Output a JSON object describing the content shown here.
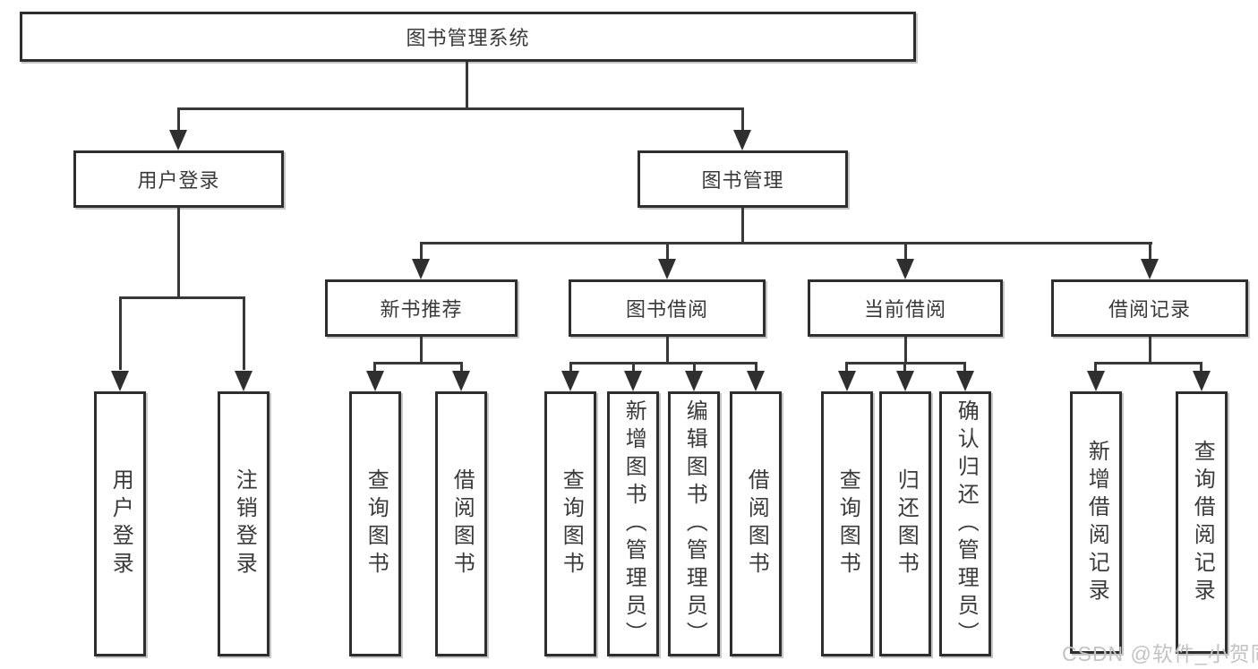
{
  "diagram": {
    "title": "图书管理系统",
    "root": {
      "label": "图书管理系统"
    },
    "level2": [
      {
        "label": "用户登录"
      },
      {
        "label": "图书管理"
      }
    ],
    "level3": [
      {
        "label": "新书推荐"
      },
      {
        "label": "图书借阅"
      },
      {
        "label": "当前借阅"
      },
      {
        "label": "借阅记录"
      }
    ],
    "leaves": [
      {
        "label": "用户登录",
        "parent": "用户登录"
      },
      {
        "label": "注销登录",
        "parent": "用户登录"
      },
      {
        "label": "查询图书",
        "parent": "新书推荐"
      },
      {
        "label": "借阅图书",
        "parent": "新书推荐"
      },
      {
        "label": "查询图书",
        "parent": "图书借阅"
      },
      {
        "label": "新增图书（管理员）",
        "parent": "图书借阅"
      },
      {
        "label": "编辑图书（管理员）",
        "parent": "图书借阅"
      },
      {
        "label": "借阅图书",
        "parent": "图书借阅"
      },
      {
        "label": "查询图书",
        "parent": "当前借阅"
      },
      {
        "label": "归还图书",
        "parent": "当前借阅"
      },
      {
        "label": "确认归还（管理员）",
        "parent": "当前借阅"
      },
      {
        "label": "新增借阅记录",
        "parent": "借阅记录"
      },
      {
        "label": "查询借阅记录",
        "parent": "借阅记录"
      }
    ]
  },
  "watermark": {
    "text": "CSDN @软件_小贺同学"
  },
  "colors": {
    "border": "#2e2e2e",
    "line": "#383838",
    "text": "#3a3a3a",
    "watermark": "#c3c3c3",
    "background": "#ffffff"
  }
}
